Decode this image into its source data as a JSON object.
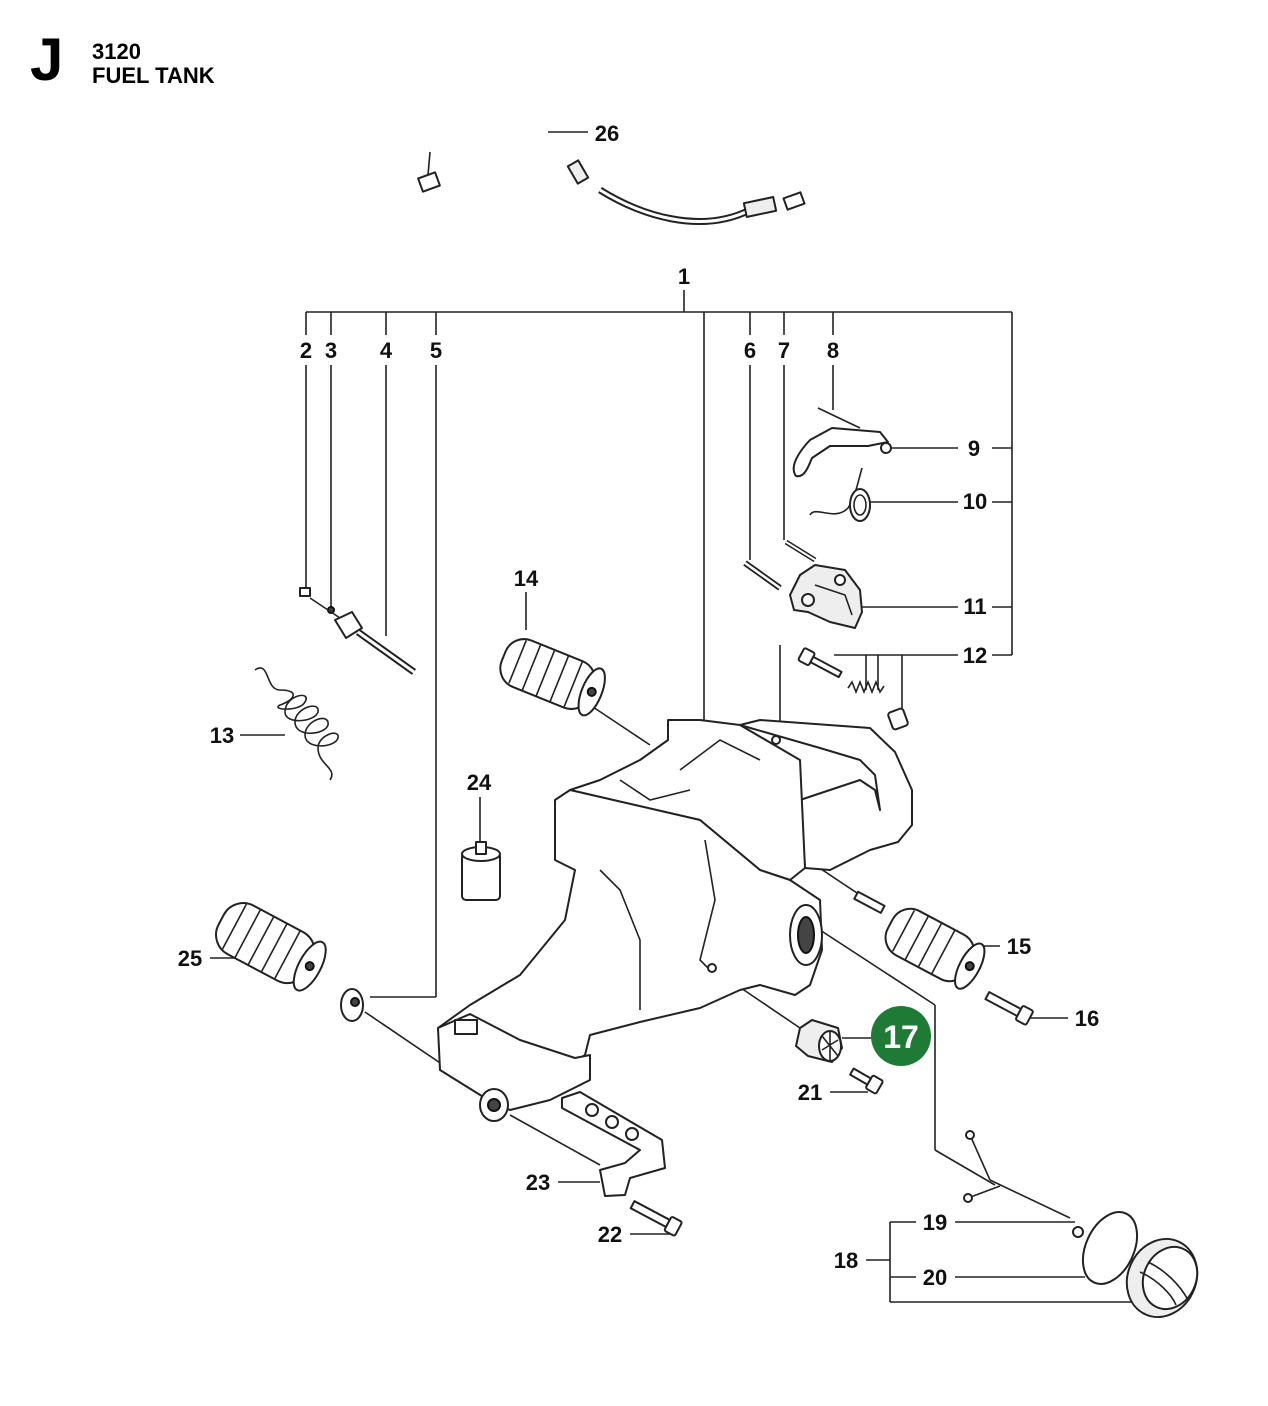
{
  "header": {
    "letter": "J",
    "code": "3120",
    "title": "FUEL TANK"
  },
  "highlight": {
    "label": "17",
    "color": "#1e7a35"
  },
  "labels": {
    "p1": "1",
    "p2": "2",
    "p3": "3",
    "p4": "4",
    "p5": "5",
    "p6": "6",
    "p7": "7",
    "p8": "8",
    "p9": "9",
    "p10": "10",
    "p11": "11",
    "p12": "12",
    "p13": "13",
    "p14": "14",
    "p15": "15",
    "p16": "16",
    "p18": "18",
    "p19": "19",
    "p20": "20",
    "p21": "21",
    "p22": "22",
    "p23": "23",
    "p24": "24",
    "p25": "25",
    "p26": "26"
  }
}
